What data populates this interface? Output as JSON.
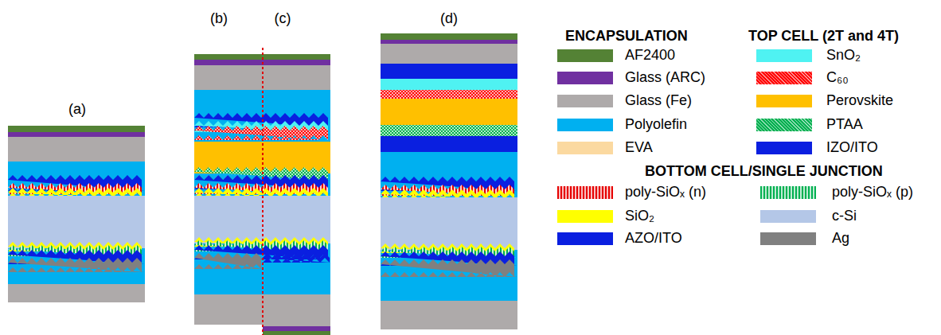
{
  "diagram": {
    "labels": [
      "(a)",
      "(b)",
      "(c)",
      "(d)",
      "ENCAPSULATION",
      "TOP CELL (2T and 4T)",
      "BOTTOM CELL/SINGLE JUNCTION"
    ],
    "legend": [
      {
        "text": "AF2400",
        "color": "#548235"
      },
      {
        "text": "Glass (ARC)",
        "color": "#7030a0"
      },
      {
        "text": "Glass (Fe)",
        "color": "#aeaaaa"
      },
      {
        "text": "Polyolefin",
        "color": "#00b0f0"
      },
      {
        "text": "EVA",
        "color": "#fbd9a0"
      },
      {
        "text": "SnO₂",
        "color": "#4ff2f2"
      },
      {
        "text": "C₆₀",
        "color": "#ff0000"
      },
      {
        "text": "Perovskite",
        "color": "#ffc000"
      },
      {
        "text": "PTAA",
        "color": "#00b050"
      },
      {
        "text": "IZO/ITO",
        "color": "#0a1fe0"
      },
      {
        "text": "poly-SiOₓ (n)",
        "color": "#e60000"
      },
      {
        "text": "SiO₂",
        "color": "#ffff00"
      },
      {
        "text": "AZO/ITO",
        "color": "#0a1fe0"
      },
      {
        "text": "poly-SiOₓ (p)",
        "color": "#00b050"
      },
      {
        "text": "c-Si",
        "color": "#b4c7e7"
      },
      {
        "text": "Ag",
        "color": "#808080"
      }
    ]
  }
}
